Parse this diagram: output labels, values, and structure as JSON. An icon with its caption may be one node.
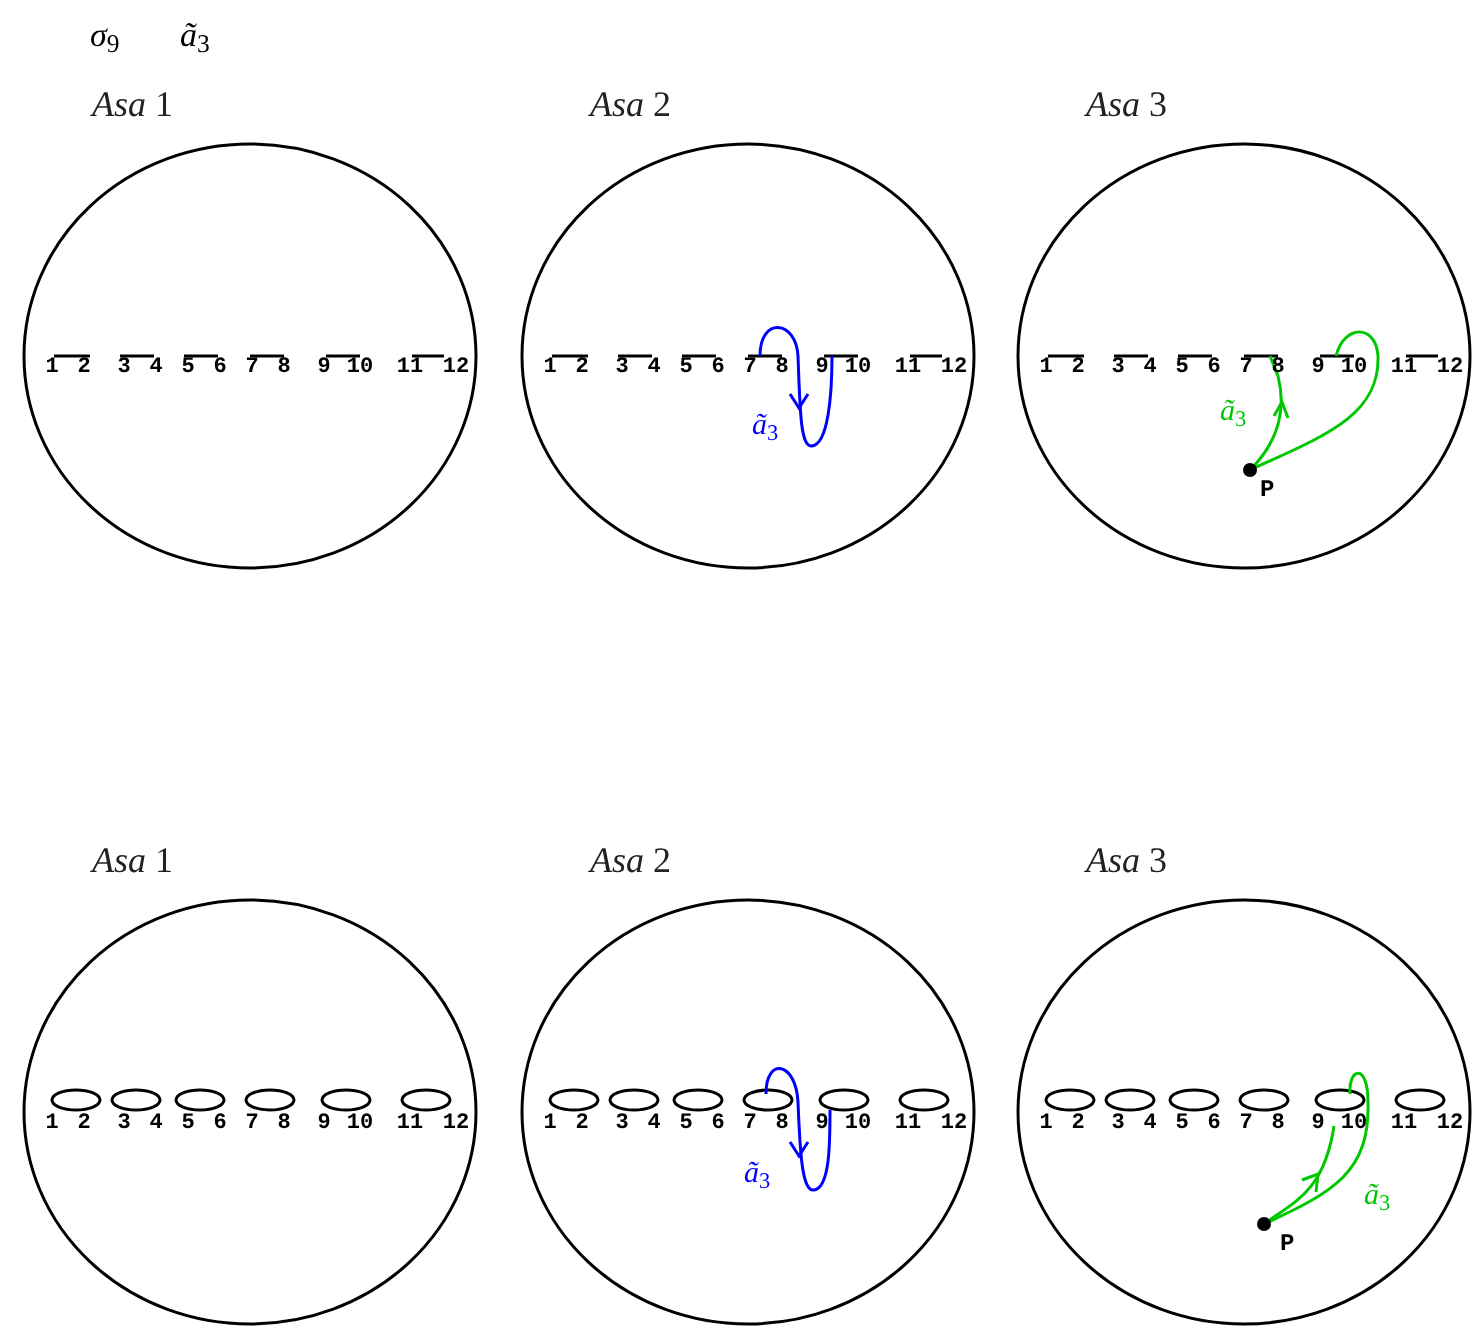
{
  "diagram": {
    "nodes": [
      {
        "text": [
          "*Asa* 1"
        ]
      },
      {
        "text": [
          "*Asa* 2"
        ]
      },
      {
        "text": [
          "*Asa* 3"
        ]
      },
      {
        "text": [
          "*Asa* 1"
        ]
      },
      {
        "text": [
          "*Asa* 2"
        ]
      },
      {
        "text": [
          "*Asa* 3"
        ]
      }
    ],
    "labels": [
      "*σ*$_{9}$",
      "*ã*$_{3}$",
      "1",
      "2",
      "3",
      "4",
      "5",
      "6",
      "7",
      "8",
      "9",
      "10",
      "11",
      "12",
      "1",
      "2",
      "3",
      "4",
      "5",
      "6",
      "7",
      "8",
      "9",
      "10",
      "11",
      "12",
      "*ã*$_{3}$",
      "1",
      "2",
      "3",
      "4",
      "5",
      "6",
      "7",
      "8",
      "9",
      "10",
      "11",
      "12",
      "*ã*$_{3}$",
      "P",
      "1",
      "2",
      "3",
      "4",
      "5",
      "6",
      "7",
      "8",
      "9",
      "10",
      "11",
      "12",
      "1",
      "2",
      "3",
      "4",
      "5",
      "6",
      "7",
      "8",
      "9",
      "10",
      "11",
      "12",
      "*ã*$_{3}$",
      "1",
      "2",
      "3",
      "4",
      "5",
      "6",
      "7",
      "8",
      "9",
      "10",
      "11",
      "12",
      "*ã*$_{3}$",
      "P"
    ]
  }
}
